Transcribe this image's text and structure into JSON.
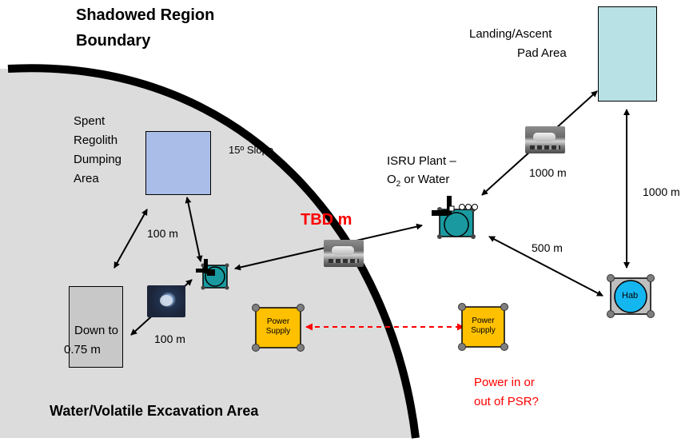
{
  "title_boundary": [
    "Shadowed Region",
    "Boundary"
  ],
  "landing_pad": {
    "label": [
      "Landing/Ascent",
      "Pad Area"
    ],
    "color": "#b7e1e4"
  },
  "spent_regolith": {
    "label": [
      "Spent",
      "Regolith",
      "Dumping",
      "Area"
    ],
    "color": "#a9bde8"
  },
  "slope_label": "15º Slope",
  "isru_label": [
    "ISRU Plant –",
    "O",
    "2",
    " or Water"
  ],
  "tbd_label": "TBD m",
  "hab_label": "Hab",
  "excavation_pit": {
    "label": [
      "Down to",
      "0.75 m"
    ],
    "color": "#c8c8c8"
  },
  "power_supply_label": [
    "Power",
    "Supply"
  ],
  "power_question": [
    "Power in or",
    "out of PSR?"
  ],
  "area_label": "Water/Volatile Excavation Area",
  "distances": {
    "pad_to_isru": "1000 m",
    "pad_to_hab": "1000 m",
    "isru_to_hab": "500 m",
    "spent_to_pit": "100 m",
    "pit_to_excavator": "100 m"
  },
  "colors": {
    "shadowed_region": "#dcdcdc",
    "boundary": "#000000",
    "accent_red": "#ff0000",
    "power_supply": "#ffc000",
    "teal_unit": "#1a9aa0",
    "hab_unit": "#14b6f0"
  }
}
